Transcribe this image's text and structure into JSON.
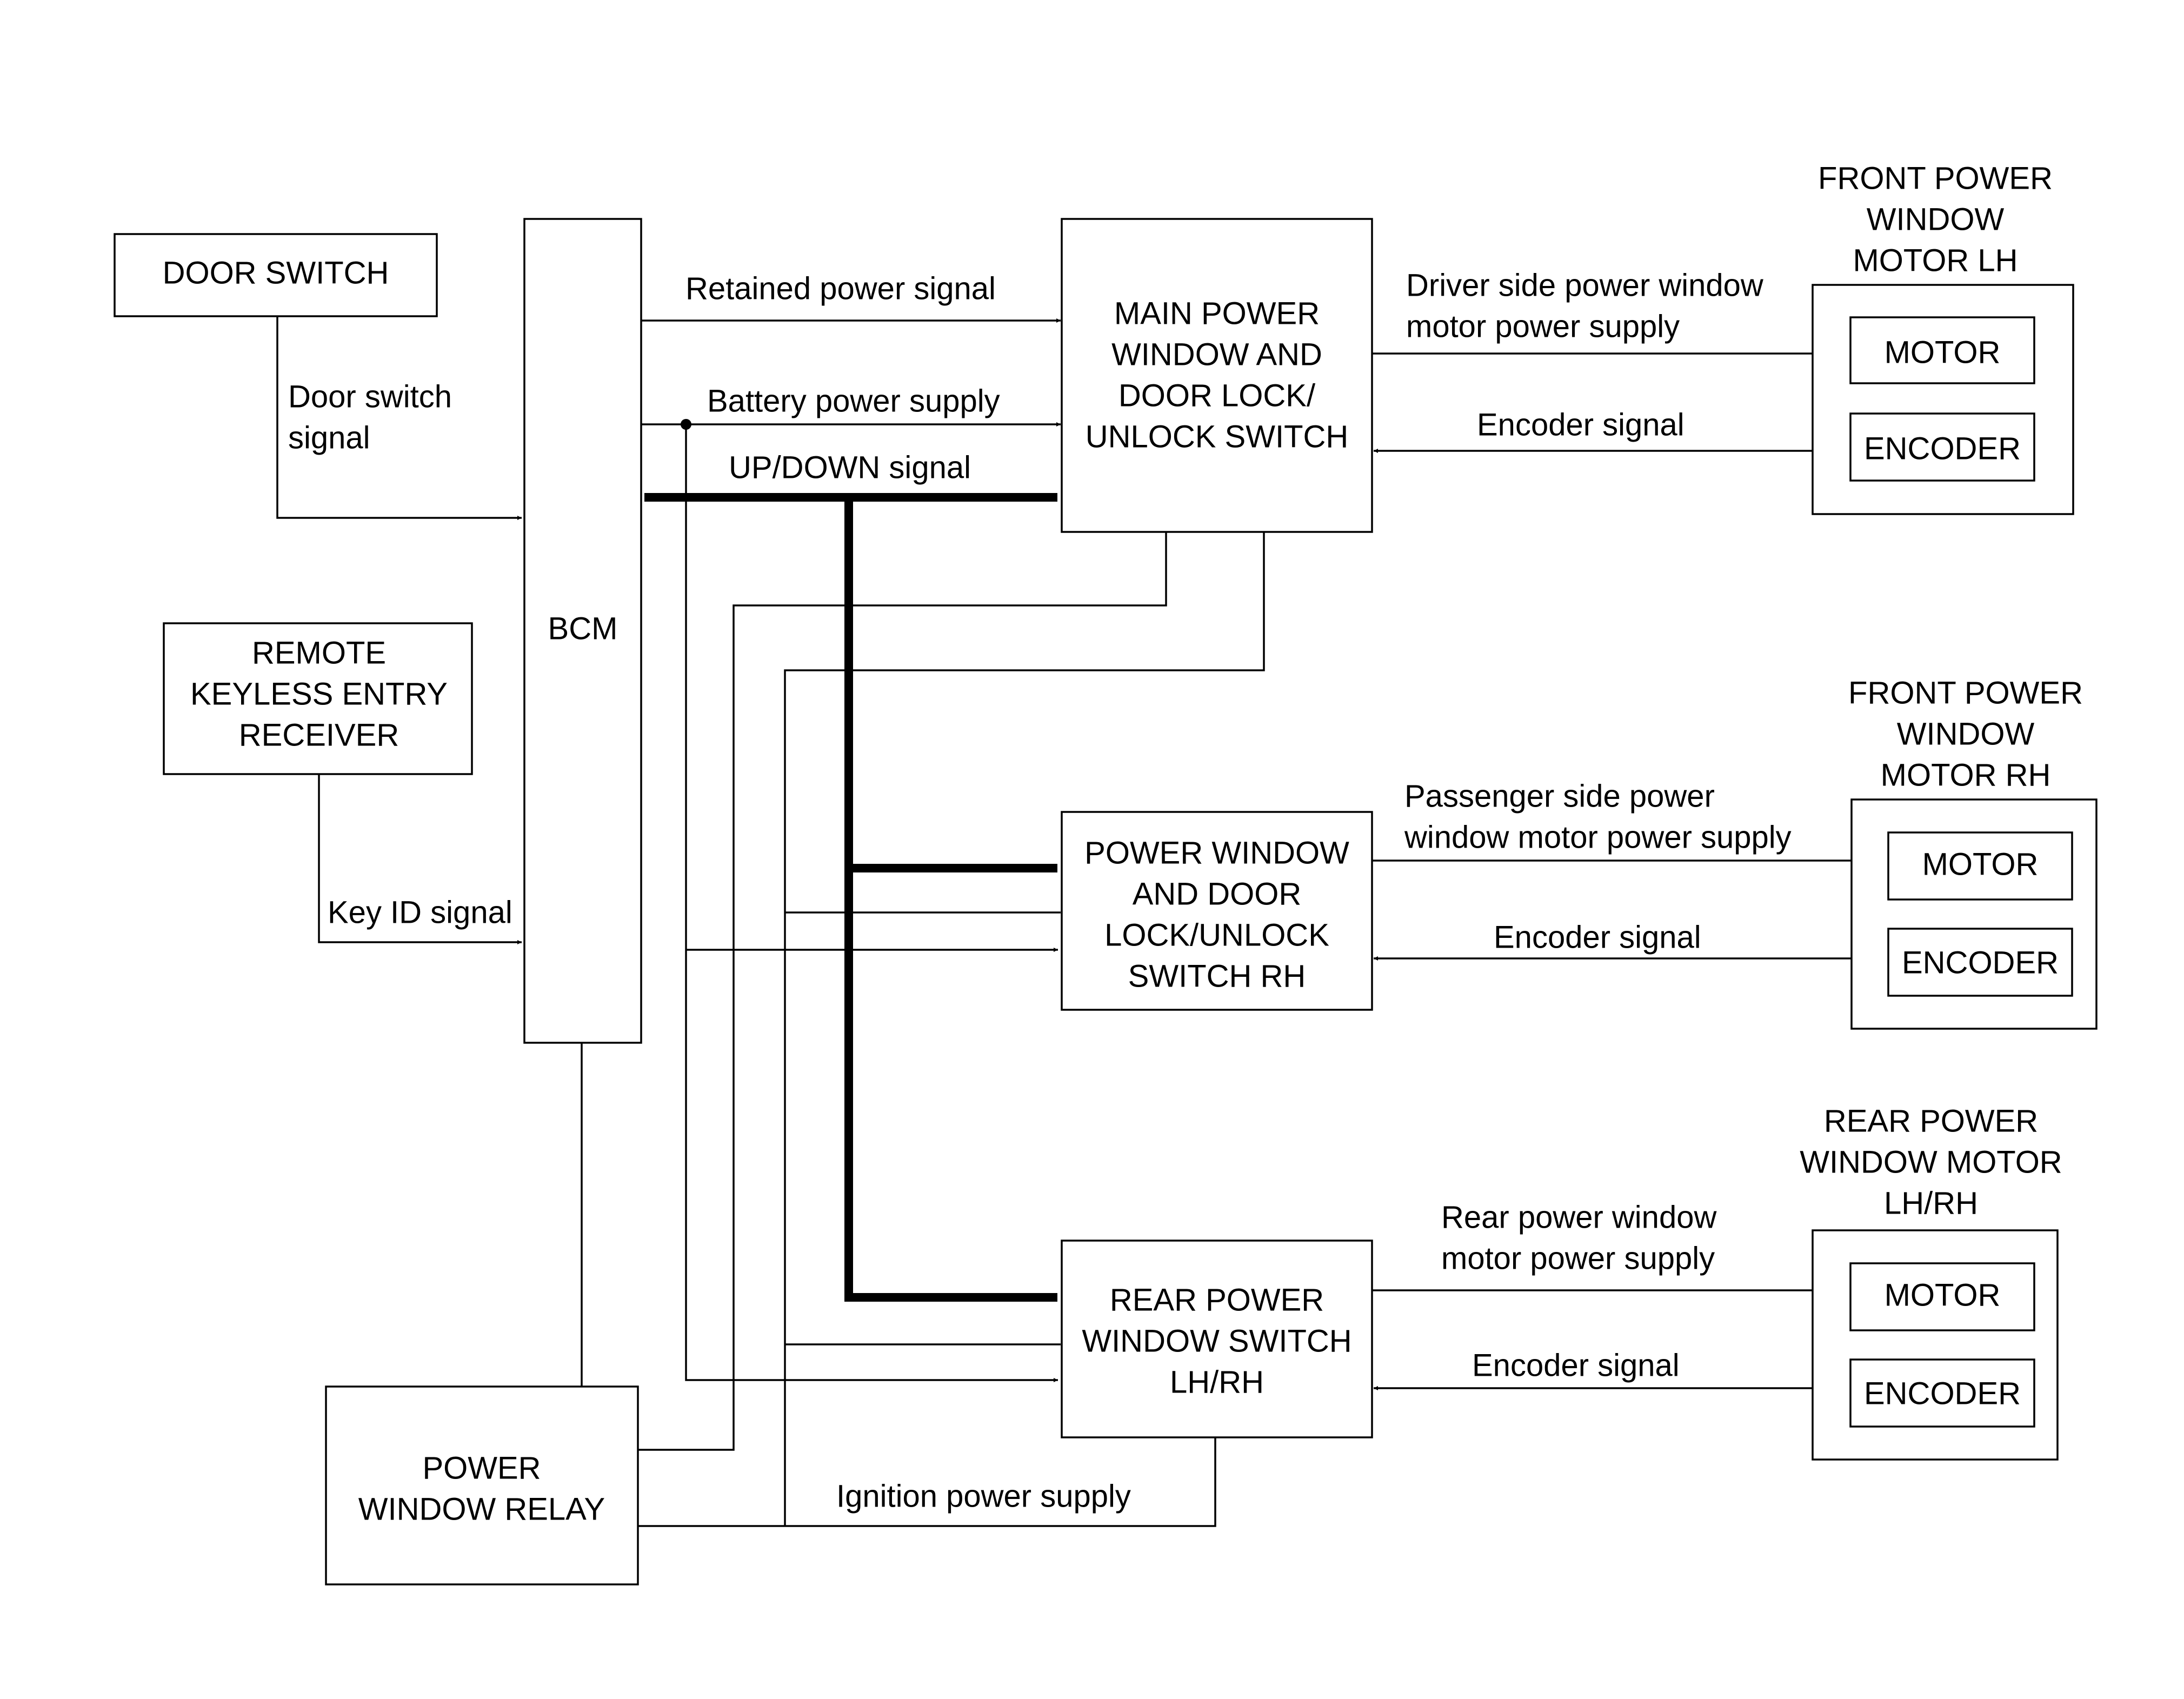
{
  "blocks": {
    "door_switch": [
      "DOOR SWITCH"
    ],
    "bcm": [
      "BCM"
    ],
    "remote_keyless": [
      "REMOTE",
      "KEYLESS ENTRY",
      "RECEIVER"
    ],
    "power_window_relay": [
      "POWER",
      "WINDOW RELAY"
    ],
    "main_switch": [
      "MAIN POWER",
      "WINDOW AND",
      "DOOR LOCK/",
      "UNLOCK SWITCH"
    ],
    "switch_rh": [
      "POWER WINDOW",
      "AND DOOR",
      "LOCK/UNLOCK",
      "SWITCH RH"
    ],
    "rear_switch": [
      "REAR POWER",
      "WINDOW SWITCH",
      "LH/RH"
    ],
    "motor_lh_title": [
      "FRONT POWER",
      "WINDOW",
      "MOTOR LH"
    ],
    "motor_rh_title": [
      "FRONT POWER",
      "WINDOW",
      "MOTOR RH"
    ],
    "motor_rear_title": [
      "REAR POWER",
      "WINDOW MOTOR",
      "LH/RH"
    ],
    "motor": "MOTOR",
    "encoder": "ENCODER"
  },
  "signals": {
    "door_switch_signal": [
      "Door switch",
      "signal"
    ],
    "key_id_signal": "Key ID signal",
    "retained_power": "Retained power signal",
    "battery_power": "Battery power supply",
    "up_down": "UP/DOWN signal",
    "driver_supply": [
      "Driver side power window",
      "motor power supply"
    ],
    "passenger_supply": [
      "Passenger side power",
      "window motor power supply"
    ],
    "rear_supply": [
      "Rear power window",
      "motor power supply"
    ],
    "encoder_signal": "Encoder signal",
    "ignition_power": "Ignition power supply"
  }
}
